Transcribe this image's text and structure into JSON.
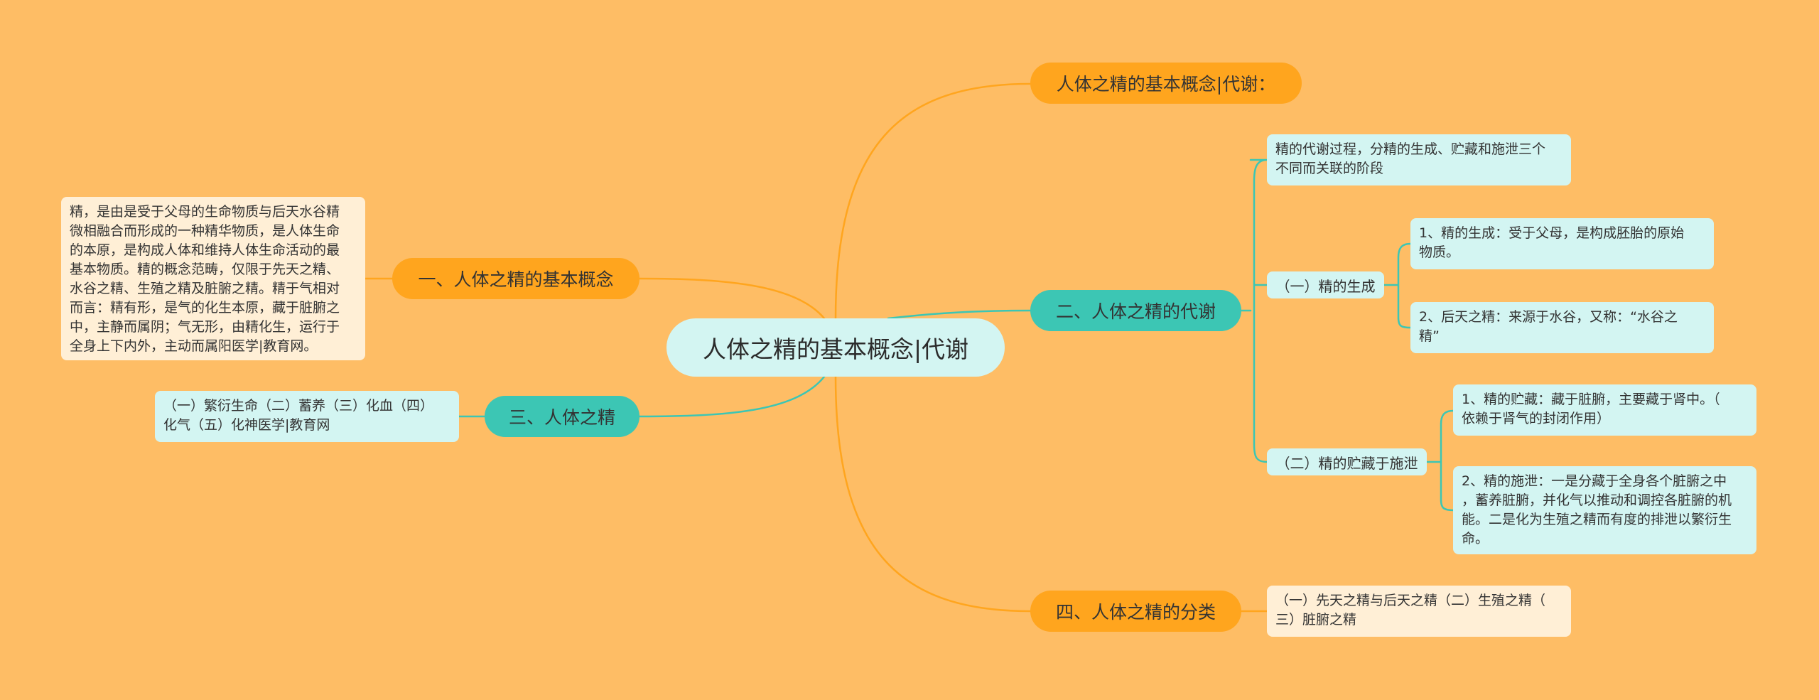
{
  "colors": {
    "background": "#FEBD65",
    "orange_branch": "#FFA51E",
    "teal_branch": "#3CC6B4",
    "light_node": "#D3F5F2",
    "cream_node": "#FFEFD6"
  },
  "center": {
    "label": "人体之精的基本概念|代谢"
  },
  "branches": {
    "b0": {
      "label": "人体之精的基本概念|代谢："
    },
    "b1": {
      "label": "一、人体之精的基本概念"
    },
    "b2": {
      "label": "二、人体之精的代谢"
    },
    "b3": {
      "label": "三、人体之精"
    },
    "b4": {
      "label": "四、人体之精的分类"
    }
  },
  "b1_text": "精，是由是受于父母的生命物质与后天水谷精\n微相融合而形成的一种精华物质，是人体生命\n的本原，是构成人体和维持人体生命活动的最\n基本物质。精的概念范畴，仅限于先天之精、\n水谷之精、生殖之精及脏腑之精。精于气相对\n而言：精有形，是气的化生本原，藏于脏腑之\n中，主静而属阴；气无形，由精化生，运行于\n全身上下内外，主动而属阳医学|教育网。",
  "b2_intro": "精的代谢过程，分精的生成、贮藏和施泄三个\n不同而关联的阶段",
  "b2_sub1": {
    "label": "（一）精的生成",
    "item1": "1、精的生成：受于父母，是构成胚胎的原始\n物质。",
    "item2": "2、后天之精：来源于水谷，又称：“水谷之\n精”"
  },
  "b2_sub2": {
    "label": "（二）精的贮藏于施泄",
    "item1": "1、精的贮藏：藏于脏腑，主要藏于肾中。（\n依赖于肾气的封闭作用）",
    "item2": "2、精的施泄：一是分藏于全身各个脏腑之中\n，蓄养脏腑，并化气以推动和调控各脏腑的机\n能。二是化为生殖之精而有度的排泄以繁衍生\n命。"
  },
  "b3_text": "（一）繁衍生命（二）蓄养（三）化血（四）\n化气（五）化神医学|教育网",
  "b4_text": "（一）先天之精与后天之精（二）生殖之精（\n三）脏腑之精"
}
